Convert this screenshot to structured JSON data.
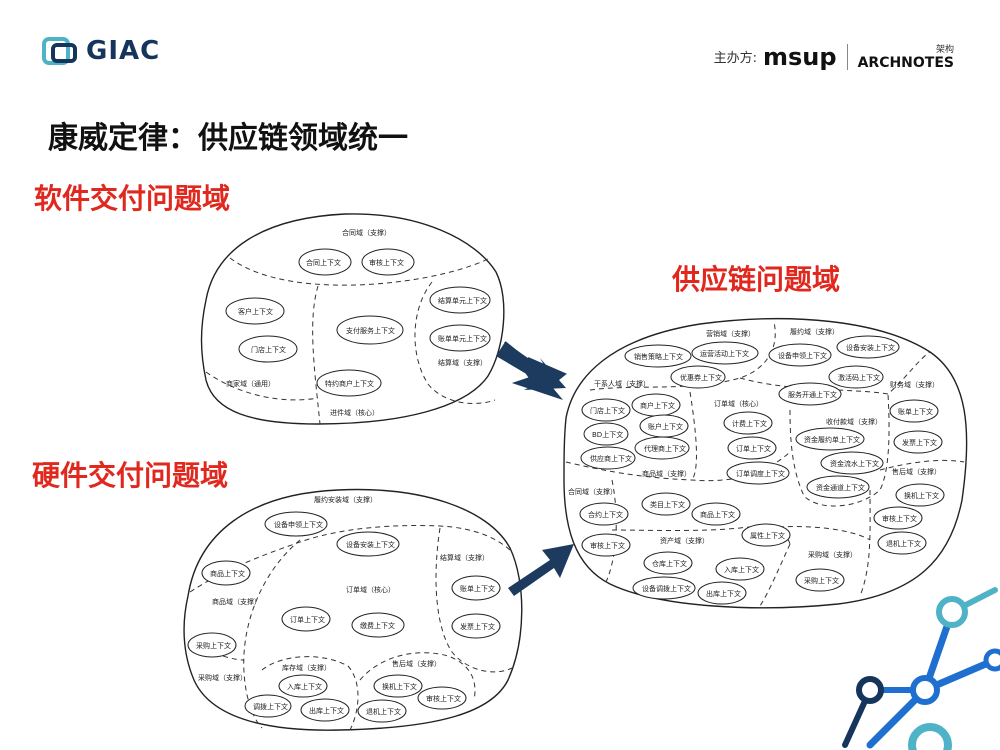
{
  "header": {
    "logo_text": "GIAC",
    "organizer_label": "主办方:",
    "organizer_msup": "msup",
    "organizer_arch": "ARCHNOTES",
    "organizer_arch_cn": "架构"
  },
  "title": "康威定律：供应链领域统一",
  "sections": {
    "software": "软件交付问题域",
    "hardware": "硬件交付问题域",
    "supply": "供应链问题域"
  },
  "software_diagram": {
    "domains": [
      "合同域（支撑）",
      "商家域（通用）",
      "结算域（支撑）",
      "进件域（核心）"
    ],
    "contexts": [
      "合同上下文",
      "审核上下文",
      "客户上下文",
      "门店上下文",
      "支付服务上下文",
      "特约商户上下文",
      "结算单元上下文",
      "账单单元上下文"
    ]
  },
  "hardware_diagram": {
    "domains": [
      "履约安装域（支撑）",
      "商品域（支撑）",
      "订单域（核心）",
      "结算域（支撑）",
      "采购域（支撑）",
      "库存域（支撑）",
      "售后域（支撑）"
    ],
    "contexts": [
      "设备申领上下文",
      "设备安装上下文",
      "商品上下文",
      "订单上下文",
      "缴费上下文",
      "账单上下文",
      "发票上下文",
      "采购上下文",
      "入库上下文",
      "出库上下文",
      "调拨上下文",
      "换机上下文",
      "审核上下文",
      "退机上下文"
    ]
  },
  "supply_diagram": {
    "domains": [
      "营销域（支撑）",
      "履约域（支撑）",
      "干系人域（支撑）",
      "订单域（核心）",
      "收付款域（支撑）",
      "财务域（支撑）",
      "商品域（支撑）",
      "合同域（支撑）",
      "资产域（支撑）",
      "售后域（支撑）",
      "采购域（支撑）"
    ],
    "contexts": [
      "销售策略上下文",
      "运营活动上下文",
      "优惠券上下文",
      "设备申领上下文",
      "设备安装上下文",
      "激活码上下文",
      "服务开通上下文",
      "商户上下文",
      "门店上下文",
      "账户上下文",
      "BD上下文",
      "代理商上下文",
      "供应商上下文",
      "计费上下文",
      "订单上下文",
      "订单调度上下文",
      "资金履约单上下文",
      "资金流水上下文",
      "资金通道上下文",
      "账单上下文",
      "发票上下文",
      "类目上下文",
      "商品上下文",
      "属性上下文",
      "合约上下文",
      "审核上下文",
      "仓库上下文",
      "入库上下文",
      "设备调拨上下文",
      "出库上下文",
      "采购上下文",
      "换机上下文",
      "审核上下文",
      "退机上下文"
    ]
  }
}
